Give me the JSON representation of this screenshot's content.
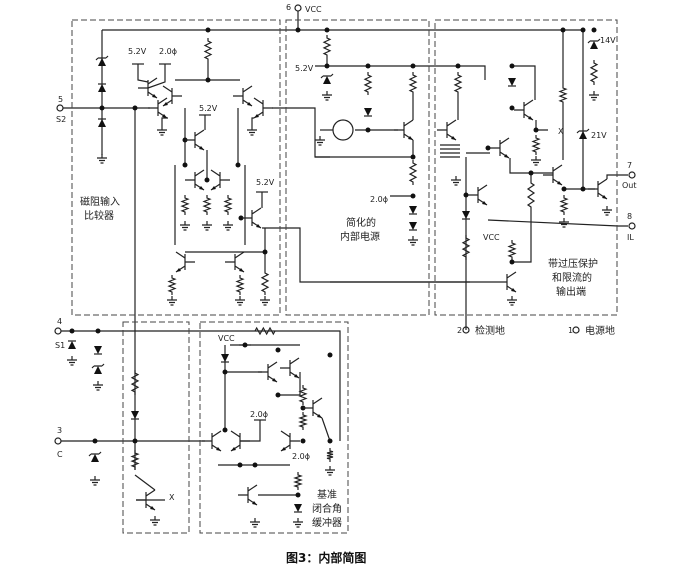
{
  "pins": {
    "vcc": {
      "num": "6",
      "label": "VCC"
    },
    "s2": {
      "num": "5",
      "label": "S2"
    },
    "s1": {
      "num": "4",
      "label": "S1"
    },
    "c": {
      "num": "3",
      "label": "C"
    },
    "out": {
      "num": "7",
      "label": "Out"
    },
    "il": {
      "num": "8",
      "label": "IL"
    },
    "sense_gnd": {
      "num": "2",
      "label": "检测地"
    },
    "power_gnd": {
      "num": "1",
      "label": "电源地"
    }
  },
  "blocks": {
    "comparator": [
      "磁阻输入",
      "比较器"
    ],
    "supply": [
      "简化的",
      "内部电源"
    ],
    "output": [
      "带过压保护",
      "和限流的",
      "输出端"
    ],
    "buffer": [
      "基准",
      "闭合角",
      "缓冲器"
    ]
  },
  "labels": {
    "v52": "5.2V",
    "v20": "2.0ϕ",
    "v14": "14V",
    "v21": "21V",
    "x": "X",
    "vcc": "VCC"
  },
  "caption": "图3：内部简图"
}
